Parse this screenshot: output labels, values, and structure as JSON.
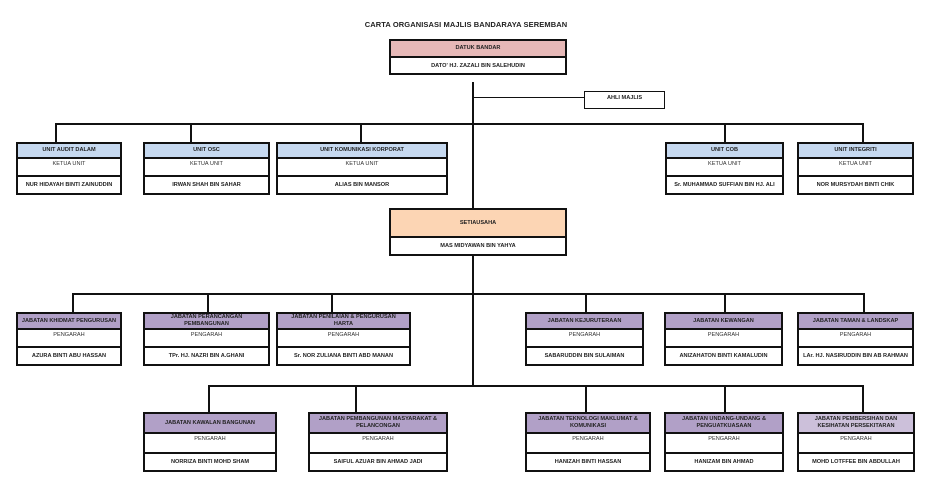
{
  "title": "CARTA ORGANISASI MAJLIS BANDARAYA SEREMBAN",
  "colors": {
    "head": "#e6b8b7",
    "unit": "#c6d9f0",
    "secretary": "#fcd5b4",
    "department": "#b1a0c7",
    "department_light": "#ccc0da",
    "line": "#111111"
  },
  "head": {
    "title": "DATUK BANDAR",
    "name": "DATO' HJ. ZAZALI BIN SALEHUDIN"
  },
  "council": {
    "title": "AHLI MAJLIS"
  },
  "units": [
    {
      "title": "UNIT AUDIT DALAM",
      "role": "KETUA UNIT",
      "name": "NUR HIDAYAH BINTI ZAINUDDIN"
    },
    {
      "title": "UNIT OSC",
      "role": "KETUA UNIT",
      "name": "IRWAN SHAH BIN SAHAR"
    },
    {
      "title": "UNIT KOMUNIKASI KORPORAT",
      "role": "KETUA UNIT",
      "name": "ALIAS BIN MANSOR"
    },
    {
      "title": "UNIT COB",
      "role": "KETUA UNIT",
      "name": "Sr. MUHAMMAD SUFFIAN BIN HJ. ALI"
    },
    {
      "title": "UNIT INTEGRITI",
      "role": "KETUA UNIT",
      "name": "NOR MURSYDAH BINTI CHIK"
    }
  ],
  "secretary": {
    "title": "SETIAUSAHA",
    "name": "MAS MIDYAWAN BIN YAHYA"
  },
  "departments_row1": [
    {
      "title": "JABATAN KHIDMAT PENGURUSAN",
      "role": "PENGARAH",
      "name": "AZURA BINTI ABU HASSAN"
    },
    {
      "title": "JABATAN PERANCANGAN PEMBANGUNAN",
      "role": "PENGARAH",
      "name": "TPr. HJ. NAZRI BIN A.GHANI"
    },
    {
      "title": "JABATAN PENILAIAN & PENGURUSAN HARTA",
      "role": "PENGARAH",
      "name": "Sr.  NOR ZULIANA BINTI ABD MANAN"
    },
    {
      "title": "JABATAN KEJURUTERAAN",
      "role": "PENGARAH",
      "name": "SABARUDDIN BIN SULAIMAN"
    },
    {
      "title": "JABATAN KEWANGAN",
      "role": "PENGARAH",
      "name": "ANIZAHATON BINTI KAMALUDIN"
    },
    {
      "title": "JABATAN TAMAN & LANDSKAP",
      "role": "PENGARAH",
      "name": "LAr. HJ. NASIRUDDIN BIN AB RAHMAN"
    }
  ],
  "departments_row2": [
    {
      "title": "JABATAN KAWALAN BANGUNAN",
      "role": "PENGARAH",
      "name": "NORRIZA BINTI MOHD SHAM"
    },
    {
      "title": "JABATAN PEMBANGUNAN MASYARAKAT & PELANCONGAN",
      "role": "PENGARAH",
      "name": "SAIFUL AZUAR BIN AHMAD JADI"
    },
    {
      "title": "JABATAN TEKNOLOGI MAKLUMAT & KOMUNIKASI",
      "role": "PENGARAH",
      "name": "HANIZAH BINTI HASSAN"
    },
    {
      "title": "JABATAN UNDANG-UNDANG & PENGUATKUASAAN",
      "role": "PENGARAH",
      "name": "HANIZAM BIN AHMAD"
    },
    {
      "title": "JABATAN PEMBERSIHAN DAN KESIHATAN PERSEKITARAN",
      "role": "PENGARAH",
      "name": "MOHD LOTFFEE BIN ABDULLAH"
    }
  ]
}
